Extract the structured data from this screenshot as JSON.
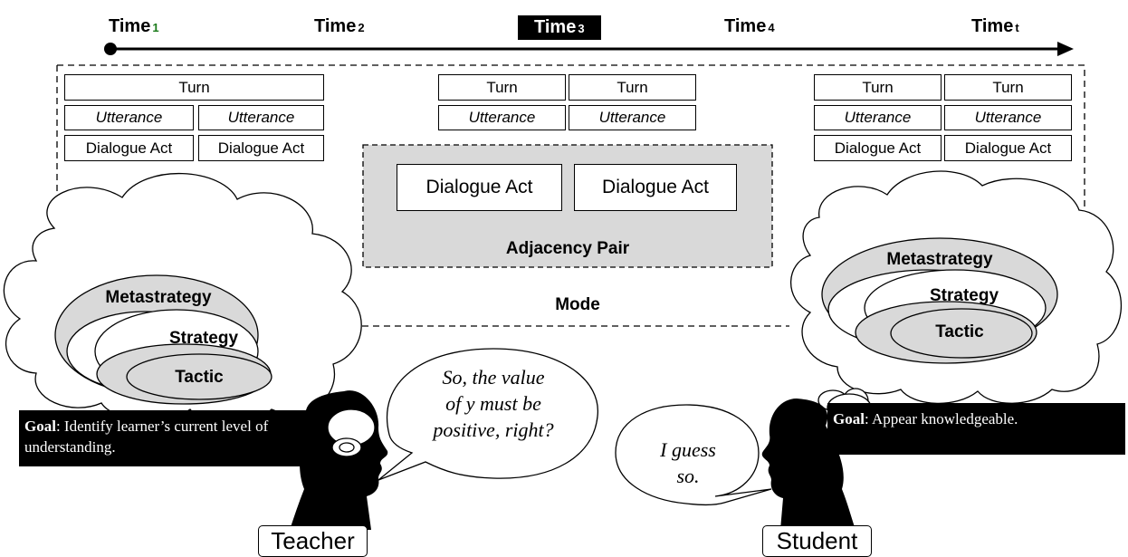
{
  "timeline": {
    "times": [
      {
        "label": "Time",
        "sub": "1"
      },
      {
        "label": "Time",
        "sub": "2"
      },
      {
        "label": "Time",
        "sub": "3"
      },
      {
        "label": "Time",
        "sub": "4"
      },
      {
        "label": "Time",
        "sub": "t"
      }
    ],
    "highlighted_index": 2
  },
  "left_group": {
    "turn": "Turn",
    "utterance": "Utterance",
    "dialogue_act": "Dialogue Act"
  },
  "center_group": {
    "turn": "Turn",
    "utterance": "Utterance"
  },
  "right_group": {
    "turn": "Turn",
    "utterance": "Utterance",
    "dialogue_act": "Dialogue Act"
  },
  "adjacency": {
    "dialogue_act": "Dialogue Act",
    "label": "Adjacency Pair"
  },
  "mode_label": "Mode",
  "teacher": {
    "metastrategy": "Metastrategy",
    "strategy": "Strategy",
    "tactic": "Tactic",
    "goal_label": "Goal",
    "goal_text": ": Identify learner’s current level of understanding.",
    "speech": "So, the value\nof y must be\npositive, right?",
    "role": "Teacher"
  },
  "student": {
    "metastrategy": "Metastrategy",
    "strategy": "Strategy",
    "tactic": "Tactic",
    "goal_label": "Goal",
    "goal_text": ": Appear knowledgeable.",
    "speech": "I guess\nso.",
    "role": "Student"
  },
  "colors": {
    "ink": "#000000",
    "fill_gray": "#d9d9d9",
    "time_sub_1": "#1a7a1a"
  }
}
